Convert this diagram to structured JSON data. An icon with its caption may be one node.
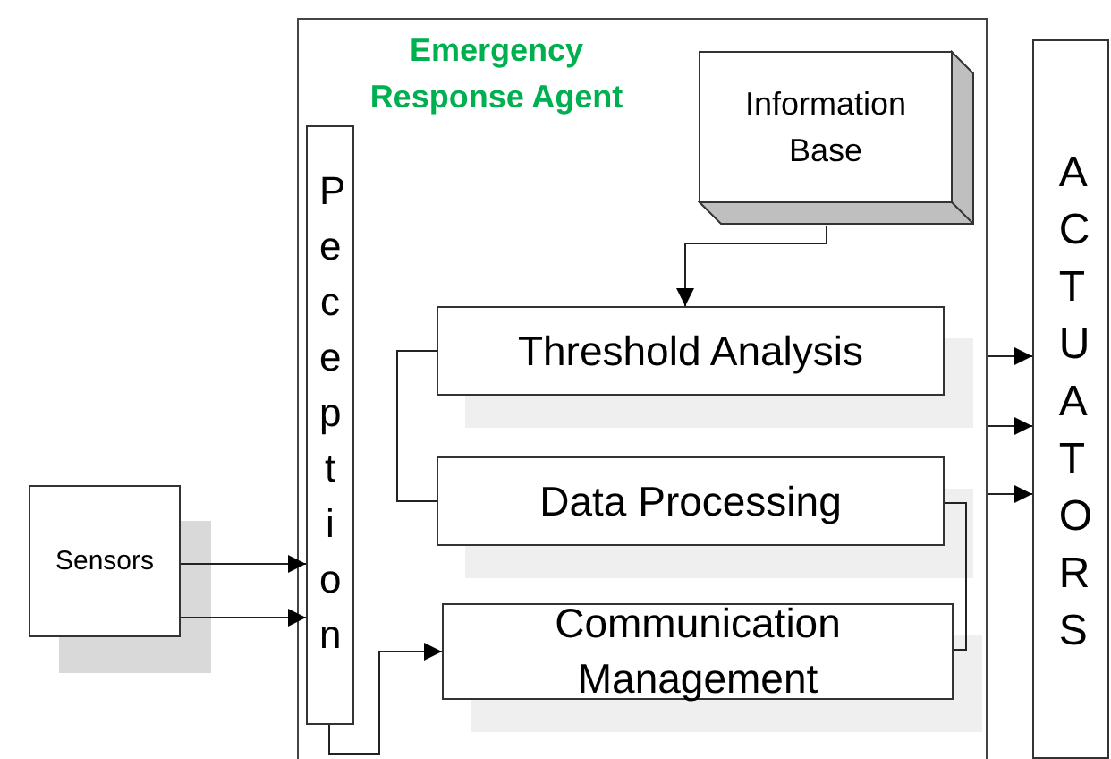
{
  "diagram": {
    "nodes": [
      {
        "text": [
          "Emergency Response Agent"
        ]
      },
      {
        "text": [
          "Information Base"
        ],
        "in": 0
      },
      {
        "text": [
          "Peception"
        ],
        "in": 0
      },
      {
        "text": [
          "Threshold Analysis"
        ],
        "in": 0
      },
      {
        "text": [
          "Data Processing"
        ],
        "in": 0
      },
      {
        "text": [
          "Communication Management"
        ],
        "in": 0
      },
      {
        "text": [
          "ACTUATORS"
        ]
      },
      {
        "text": [
          "Sensors"
        ]
      }
    ],
    "edges": [
      {
        "from": 1,
        "to": 3,
        "arrow": "to"
      },
      {
        "from": 3,
        "to": 4,
        "arrow": "none"
      },
      {
        "from": 4,
        "to": 5,
        "arrow": "none"
      },
      {
        "from": 7,
        "to": 2,
        "arrow": "to"
      },
      {
        "from": 7,
        "to": 2,
        "arrow": "to"
      },
      {
        "from": 2,
        "to": 5,
        "arrow": "to"
      },
      {
        "from": 0,
        "to": 6,
        "arrow": "to"
      },
      {
        "from": 0,
        "to": 6,
        "arrow": "to"
      },
      {
        "from": 0,
        "to": 6,
        "arrow": "to"
      }
    ]
  }
}
